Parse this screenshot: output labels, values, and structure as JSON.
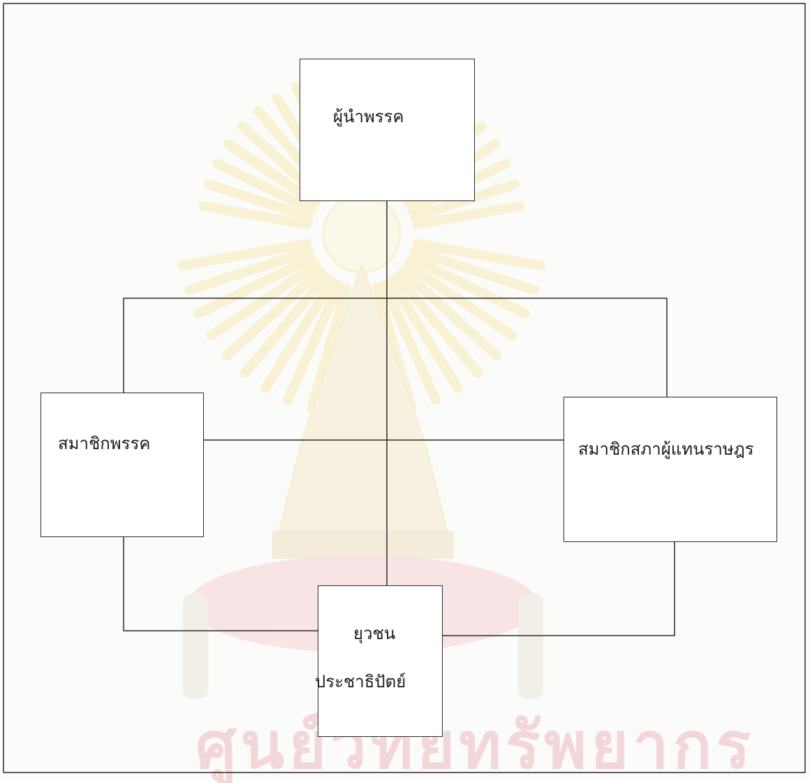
{
  "diagram": {
    "nodes": {
      "leader": {
        "label": "ผู้นำพรรค"
      },
      "party_members": {
        "label": "สมาชิกพรรค"
      },
      "mps": {
        "label": "สมาชิกสภาผู้แทนราษฎร"
      },
      "youth": {
        "line1": "ยุวชน",
        "line2": "ประชาธิปัตย์"
      }
    },
    "watermark": {
      "text": "ศูนย์วิทยทรัพยากร"
    }
  }
}
